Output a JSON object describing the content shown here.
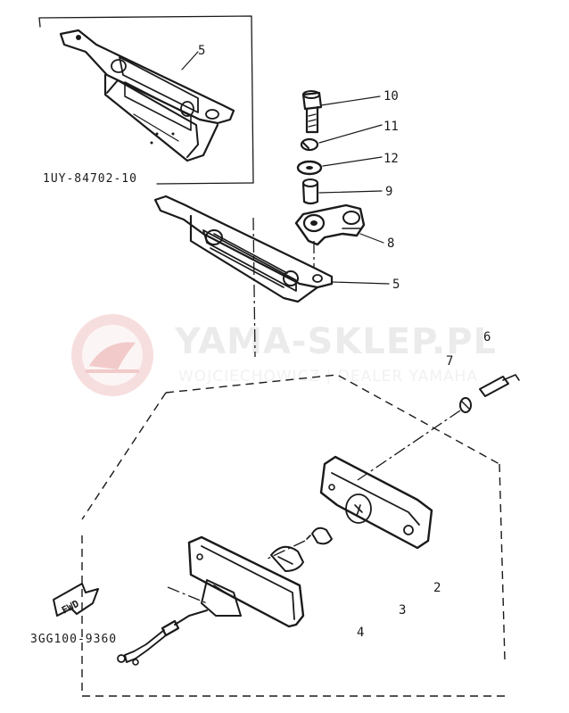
{
  "watermark": {
    "brand": "YAMA-SKLEP.PL",
    "subtitle": "WOJCIECHOWICZ | DEALER YAMAHA",
    "color": "#e8a8a8"
  },
  "part_codes": {
    "inset_code": "1UY-84702-10",
    "main_code": "3GG100-9360"
  },
  "direction_label": "FWD",
  "callouts": {
    "n5_top": "5",
    "n10": "10",
    "n11": "11",
    "n12": "12",
    "n9": "9",
    "n8": "8",
    "n5_mid": "5",
    "n6": "6",
    "n7": "7",
    "n2": "2",
    "n3": "3",
    "n4": "4"
  },
  "colors": {
    "ink": "#1a1a1a",
    "background": "#ffffff"
  }
}
